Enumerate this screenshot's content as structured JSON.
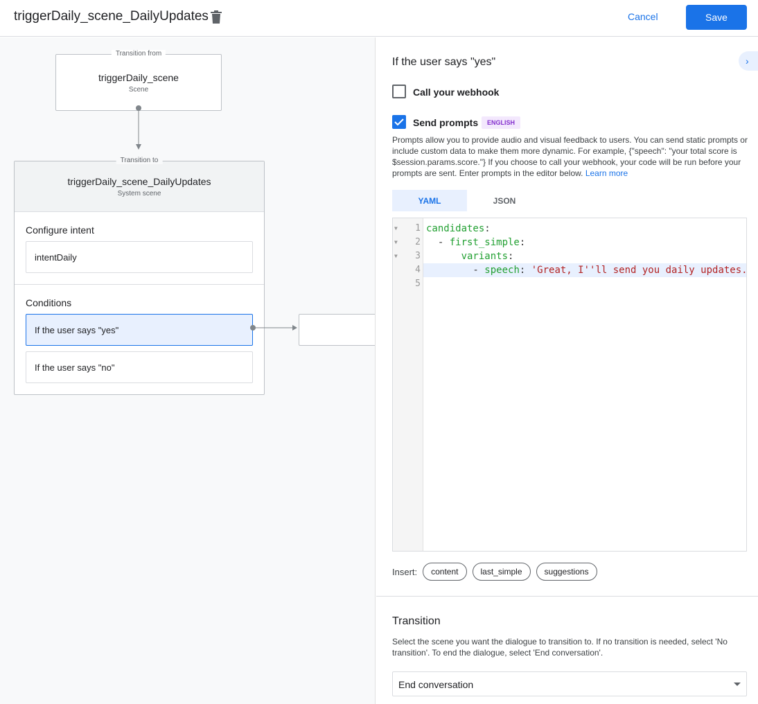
{
  "header": {
    "title": "triggerDaily_scene_DailyUpdates",
    "cancel_label": "Cancel",
    "save_label": "Save"
  },
  "canvas": {
    "from": {
      "label": "Transition from",
      "title": "triggerDaily_scene",
      "subtitle": "Scene"
    },
    "to": {
      "label": "Transition to",
      "title": "triggerDaily_scene_DailyUpdates",
      "subtitle": "System scene"
    },
    "intent_section": "Configure intent",
    "intent": "intentDaily",
    "conditions_section": "Conditions",
    "conditions": [
      "If the user says \"yes\"",
      "If the user says \"no\""
    ]
  },
  "panel": {
    "heading": "If the user says \"yes\"",
    "webhook_label": "Call your webhook",
    "webhook_checked": false,
    "prompts_label": "Send prompts",
    "prompts_checked": true,
    "language_badge": "ENGLISH",
    "description": "Prompts allow you to provide audio and visual feedback to users. You can send static prompts or include custom data to make them more dynamic. For example, {\"speech\": \"your total score is $session.params.score.\"} If you choose to call your webhook, your code will be run before your prompts are sent. Enter prompts in the editor below.",
    "learn_more": "Learn more",
    "tabs": [
      "YAML",
      "JSON"
    ],
    "active_tab": "YAML",
    "code_lines": [
      "1",
      "2",
      "3",
      "4",
      "5"
    ],
    "code": {
      "l1k": "candidates",
      "l2k": "first_simple",
      "l3k": "variants",
      "l4k": "speech",
      "l4s": "'Great, I''ll send you daily updates."
    },
    "insert_label": "Insert:",
    "insert_chips": [
      "content",
      "last_simple",
      "suggestions"
    ],
    "transition_heading": "Transition",
    "transition_desc": "Select the scene you want the dialogue to transition to. If no transition is needed, select 'No transition'. To end the dialogue, select 'End conversation'.",
    "transition_value": "End conversation"
  },
  "colors": {
    "accent": "#1a73e8",
    "badge_bg": "#f3e8fd",
    "badge_text": "#8430ce",
    "yaml_key": "#22a032",
    "yaml_string": "#b22222"
  }
}
